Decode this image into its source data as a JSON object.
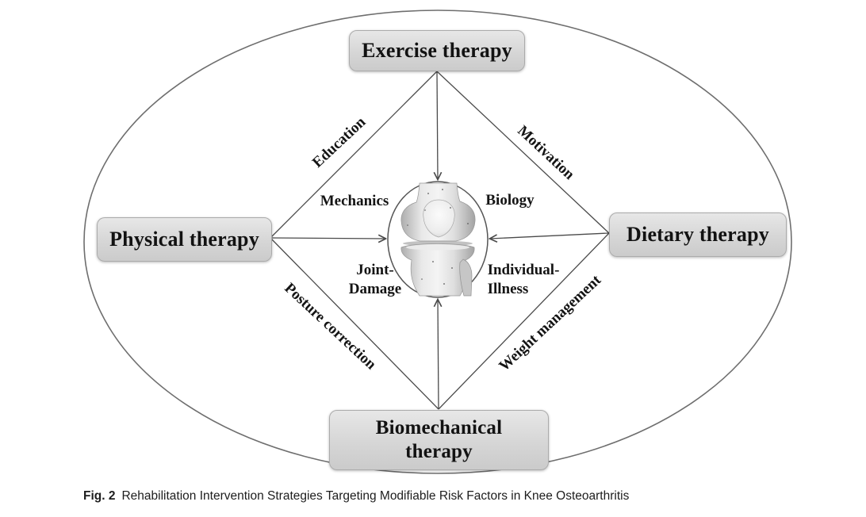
{
  "figure": {
    "caption_label": "Fig. 2",
    "caption_text": "Rehabilitation Intervention Strategies Targeting Modifiable Risk Factors in Knee Osteoarthritis"
  },
  "diagram": {
    "therapy_nodes": {
      "top": "Exercise therapy",
      "left": "Physical therapy",
      "right": "Dietary therapy",
      "bottom_line1": "Biomechanical",
      "bottom_line2": "therapy"
    },
    "risk_factor_labels": {
      "mechanics": "Mechanics",
      "biology": "Biology",
      "joint_damage_line1": "Joint-",
      "joint_damage_line2": "Damage",
      "individual_illness_line1": "Individual-",
      "individual_illness_line2": "Illness"
    },
    "strategy_labels": {
      "education": "Education",
      "motivation": "Motivation",
      "posture_correction": "Posture correction",
      "weight_management": "Weight management"
    },
    "center_image": "knee-joint-anterior-view",
    "colors": {
      "node_fill": "#d6d6d6",
      "node_border": "#ababab",
      "connector_line": "#4a4a4a",
      "outer_ellipse": "#6e6e6e",
      "text": "#121212"
    }
  }
}
